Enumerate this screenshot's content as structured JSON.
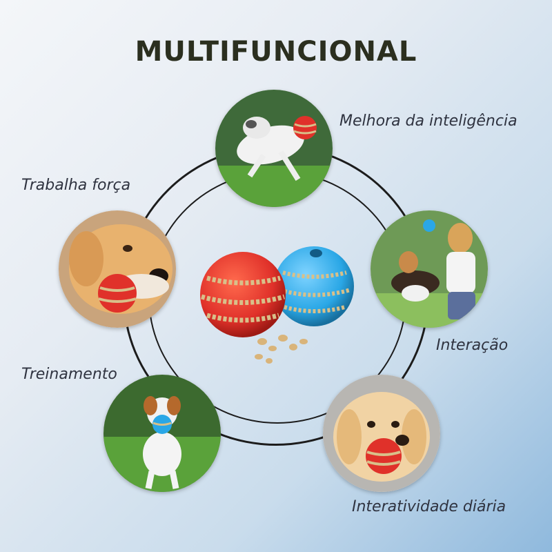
{
  "title": "MULTIFUNCIONAL",
  "features": {
    "intelligence": "Melhora da inteligência",
    "strength": "Trabalha força",
    "interaction": "Interação",
    "training": "Treinamento",
    "daily": "Interatividade diária"
  },
  "colors": {
    "red_ball": "#e0312a",
    "blue_ball": "#2aa7e6",
    "ring": "#1c1c1c",
    "grass": "#5aa23a"
  }
}
